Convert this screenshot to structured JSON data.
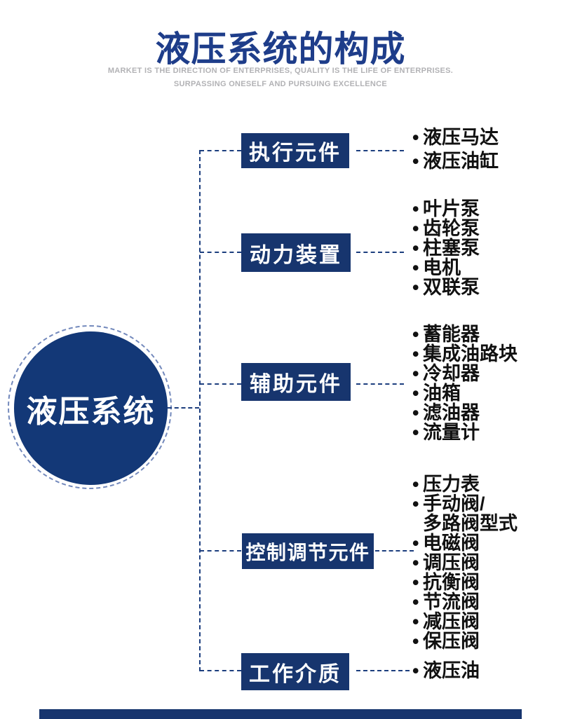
{
  "header": {
    "title": "液压系统的构成",
    "subtitle_line1": "MARKET IS THE DIRECTION OF ENTERPRISES, QUALITY IS THE LIFE OF ENTERPRISES.",
    "subtitle_line2": "SURPASSING ONESELF AND PURSUING EXCELLENCE"
  },
  "root": {
    "label": "液压系统"
  },
  "colors": {
    "box_navy": "#17356e",
    "circle_navy": "#133877",
    "connector_navy": "#1c3e7e",
    "ring_blue": "#7389bc",
    "title_blue": "#1e3d8a",
    "subtitle_gray": "#b2b2b5",
    "item_text": "#111111"
  },
  "branches": [
    {
      "label": "执行元件",
      "items": [
        {
          "bullet": "•",
          "text": "液压马达"
        },
        {
          "bullet": "•",
          "text": "液压油缸"
        }
      ]
    },
    {
      "label": "动力装置",
      "items": [
        {
          "bullet": "•",
          "text": "叶片泵"
        },
        {
          "bullet": "•",
          "text": "齿轮泵"
        },
        {
          "bullet": "•",
          "text": "柱塞泵"
        },
        {
          "bullet": "•",
          "text": "电机"
        },
        {
          "bullet": "•",
          "text": "双联泵"
        }
      ]
    },
    {
      "label": "辅助元件",
      "items": [
        {
          "bullet": "•",
          "text": "蓄能器"
        },
        {
          "bullet": "•",
          "text": "集成油路块"
        },
        {
          "bullet": "•",
          "text": "冷却器"
        },
        {
          "bullet": "•",
          "text": "油箱"
        },
        {
          "bullet": "•",
          "text": "滤油器"
        },
        {
          "bullet": "•",
          "text": "流量计"
        }
      ]
    },
    {
      "label": "控制调节元件",
      "items": [
        {
          "bullet": "•",
          "text": "压力表"
        },
        {
          "bullet": "•",
          "text": "手动阀/"
        },
        {
          "bullet": "",
          "text": "多路阀型式"
        },
        {
          "bullet": "•",
          "text": "电磁阀"
        },
        {
          "bullet": "•",
          "text": "调压阀"
        },
        {
          "bullet": "•",
          "text": "抗衡阀"
        },
        {
          "bullet": "•",
          "text": "节流阀"
        },
        {
          "bullet": "•",
          "text": "减压阀"
        },
        {
          "bullet": "•",
          "text": "保压阀"
        }
      ]
    },
    {
      "label": "工作介质",
      "items": [
        {
          "bullet": "•",
          "text": "液压油"
        }
      ]
    }
  ]
}
